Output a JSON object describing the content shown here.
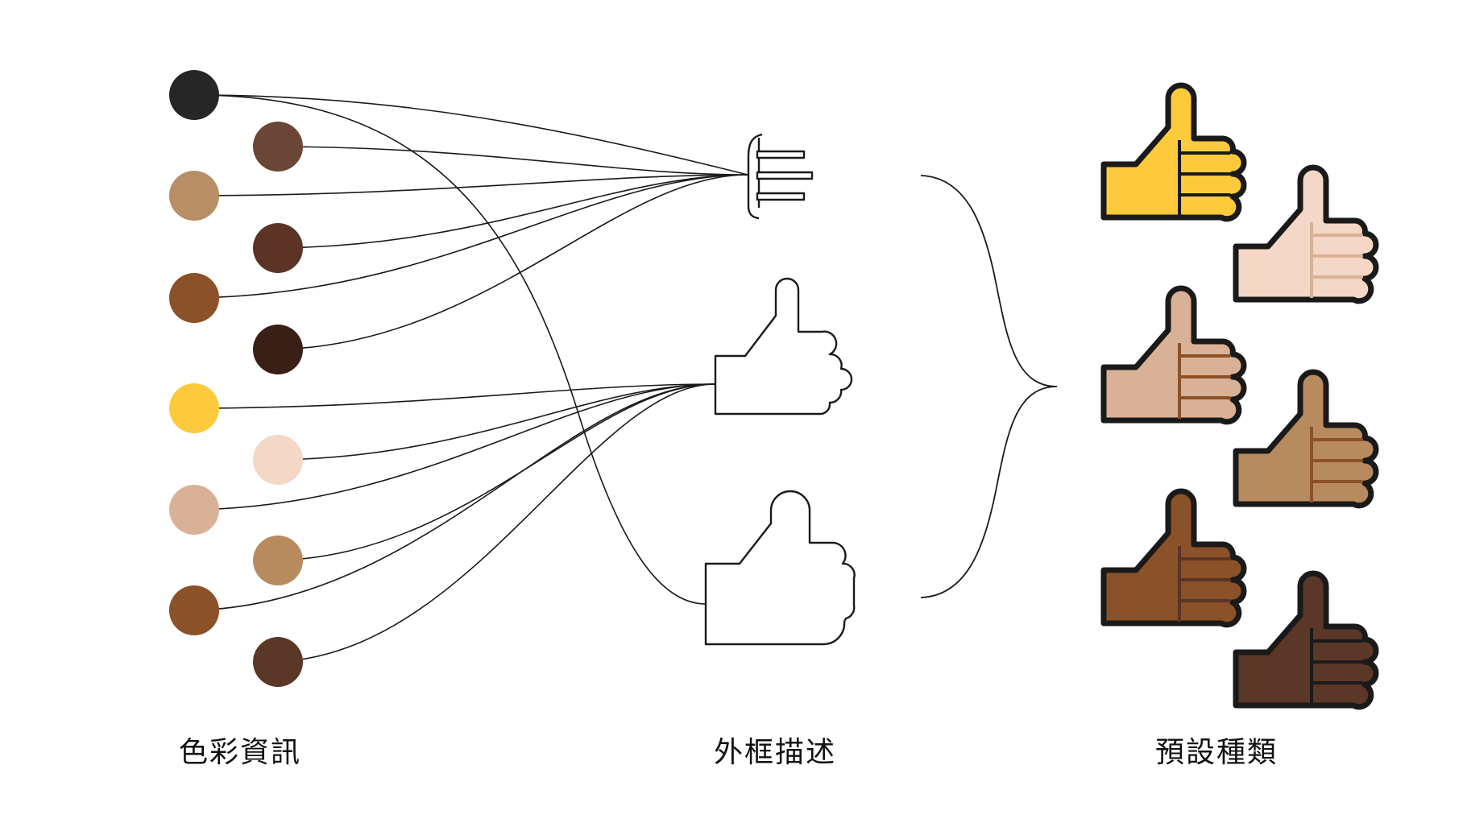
{
  "labels": {
    "colors": "色彩資訊",
    "outline": "外框描述",
    "presets": "預設種類"
  },
  "palette": {
    "dark": "#262626",
    "dark_brown": "#6b4536",
    "tan": "#b88e64",
    "brown": "#5b3426",
    "medium_brown": "#8b5128",
    "darkest": "#3a1f17",
    "yellow": "#fdca3c",
    "light": "#f4d7c6",
    "light_medium": "#d9b196",
    "medium": "#b88b5f",
    "medium_dark": "#8b5128",
    "dark_skin": "#5b3728"
  },
  "swatches": [
    {
      "name": "black-swatch",
      "color": "#262626"
    },
    {
      "name": "dark-brown-swatch",
      "color": "#6b4536"
    },
    {
      "name": "tan-swatch",
      "color": "#b88e64"
    },
    {
      "name": "brown-swatch",
      "color": "#5b3426"
    },
    {
      "name": "medium-brown-swatch",
      "color": "#8b5128"
    },
    {
      "name": "darkest-swatch",
      "color": "#3a1f17"
    },
    {
      "name": "yellow-swatch",
      "color": "#fdca3c"
    },
    {
      "name": "light-swatch",
      "color": "#f4d7c6"
    },
    {
      "name": "light-medium-swatch",
      "color": "#d9b196"
    },
    {
      "name": "medium-swatch",
      "color": "#b88b5f"
    },
    {
      "name": "medium-dark-swatch",
      "color": "#8b5128"
    },
    {
      "name": "dark-swatch",
      "color": "#5b3728"
    }
  ],
  "presets": [
    {
      "name": "thumbs-up-yellow-icon",
      "fill": "#fdca3c",
      "stripe": "#1a1a1a"
    },
    {
      "name": "thumbs-up-light-icon",
      "fill": "#f4d7c6",
      "stripe": "#d9b196"
    },
    {
      "name": "thumbs-up-medium-light-icon",
      "fill": "#d9b196",
      "stripe": "#8b5128"
    },
    {
      "name": "thumbs-up-medium-icon",
      "fill": "#b88b5f",
      "stripe": "#8b5128"
    },
    {
      "name": "thumbs-up-medium-dark-icon",
      "fill": "#8b5128",
      "stripe": "#5b3426"
    },
    {
      "name": "thumbs-up-dark-icon",
      "fill": "#5b3728",
      "stripe": "#1a1a1a"
    }
  ]
}
